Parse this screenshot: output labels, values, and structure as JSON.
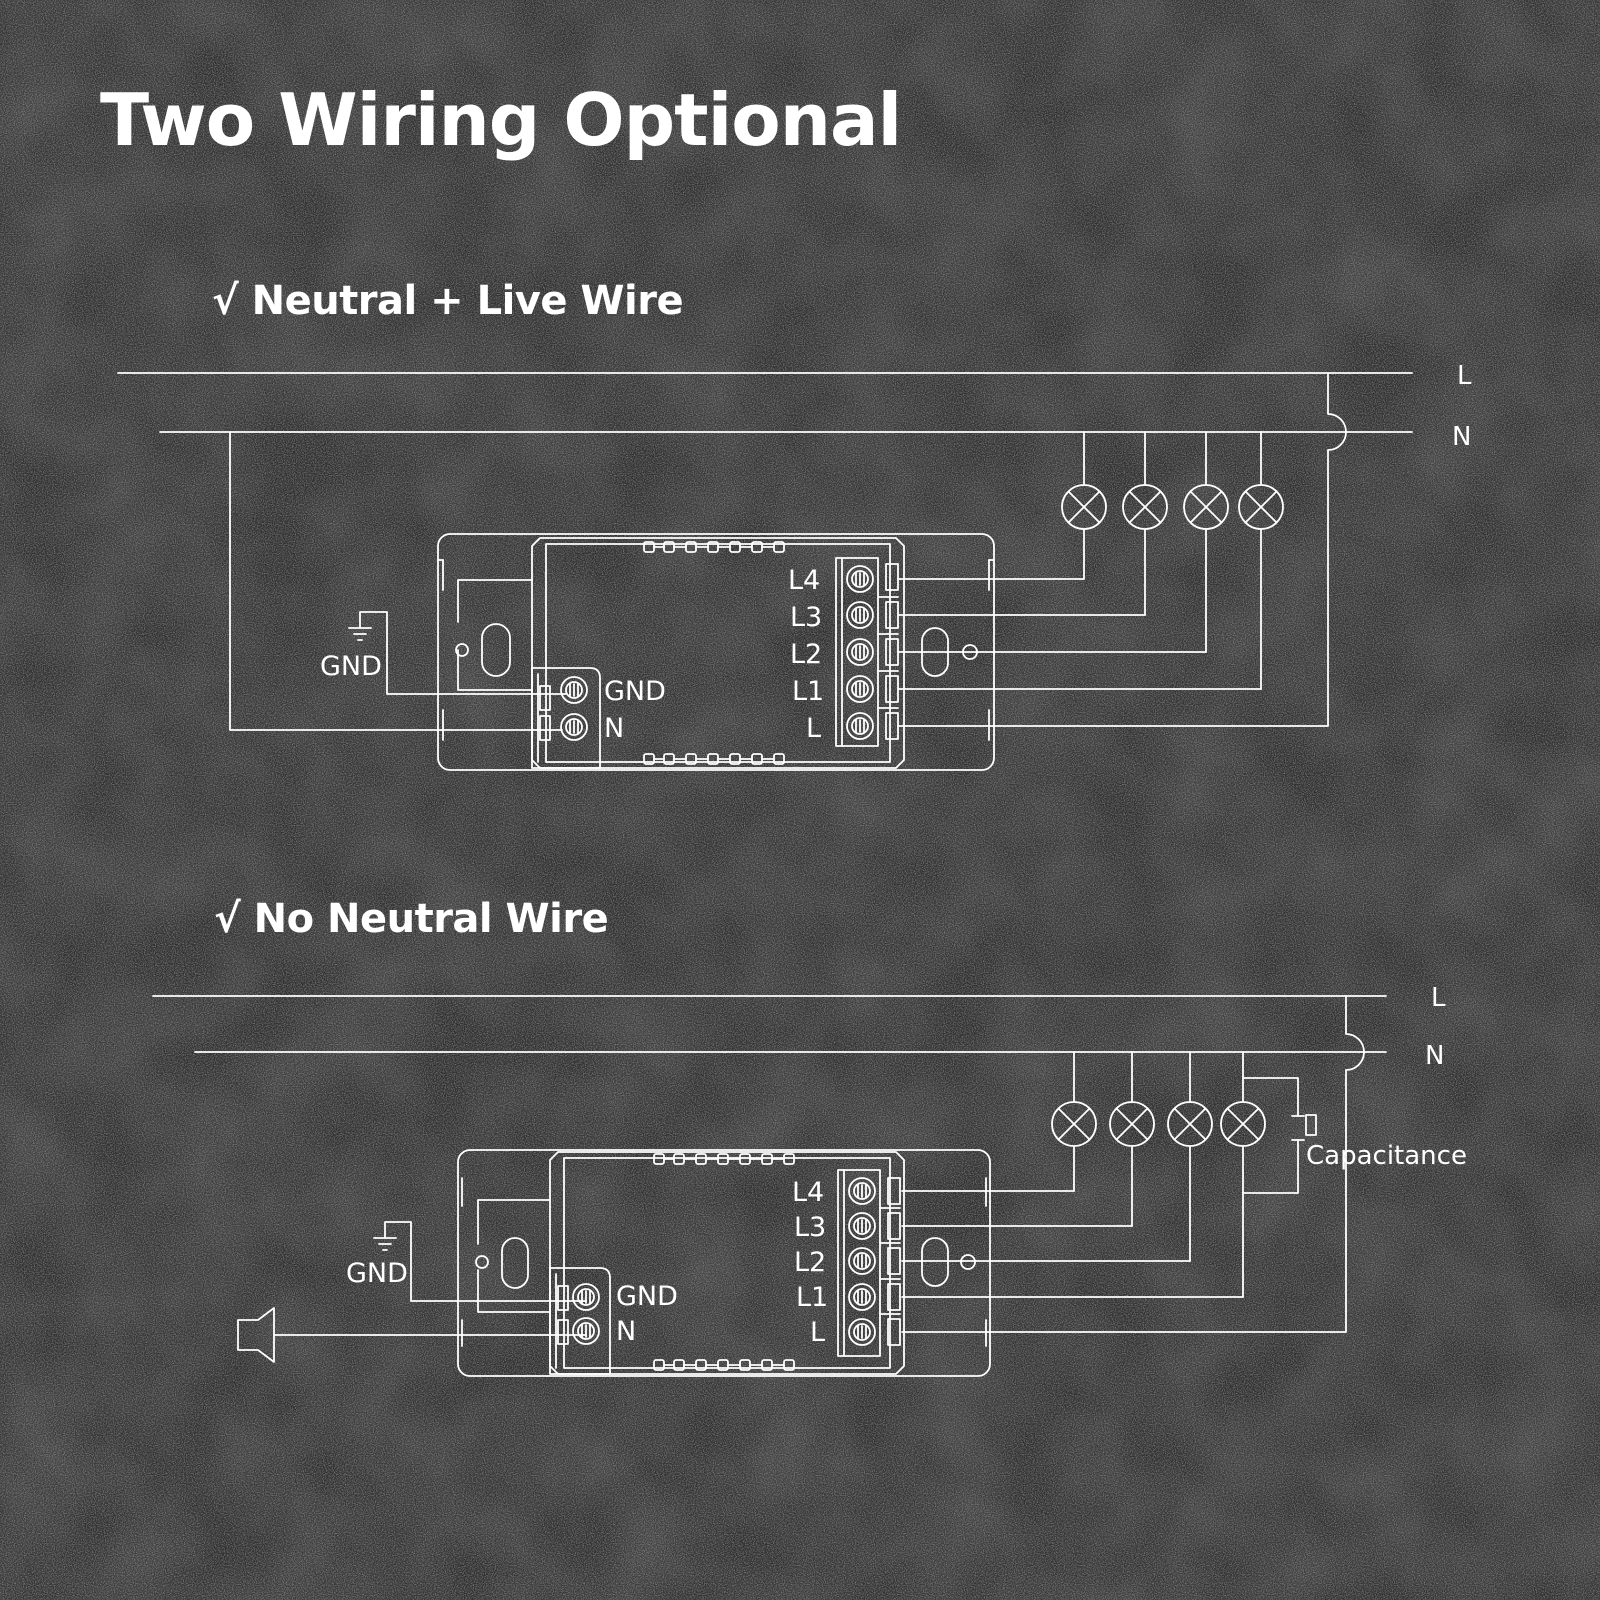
{
  "title": "Two Wiring Optional",
  "sections": [
    {
      "heading": "√ Neutral + Live Wire",
      "bus_labels": {
        "live": "L",
        "neutral": "N"
      },
      "ground_label": "GND",
      "module_left_terminals": [
        "GND",
        "N"
      ],
      "module_right_terminals": [
        "L4",
        "L3",
        "L2",
        "L1",
        "L"
      ]
    },
    {
      "heading": "√ No Neutral Wire",
      "bus_labels": {
        "live": "L",
        "neutral": "N"
      },
      "ground_label": "GND",
      "module_left_terminals": [
        "GND",
        "N"
      ],
      "module_right_terminals": [
        "L4",
        "L3",
        "L2",
        "L1",
        "L"
      ],
      "capacitor_label": "Capacitance"
    }
  ],
  "colors": {
    "background": "#2e2e2e",
    "ink": "#ffffff"
  }
}
